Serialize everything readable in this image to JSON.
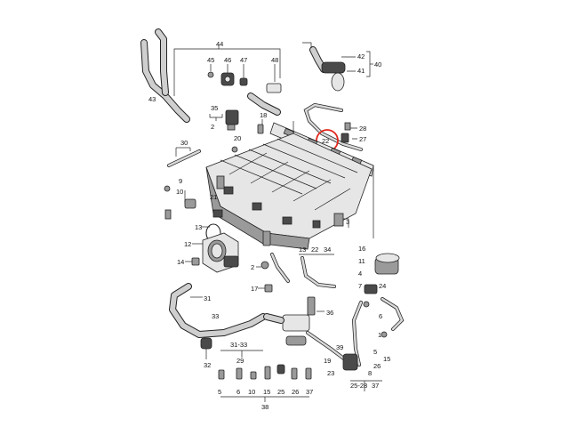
{
  "labels": {
    "l44": "44",
    "l45": "45",
    "l46": "46",
    "l47": "47",
    "l48": "48",
    "l42": "42",
    "l41": "41",
    "l40": "40",
    "l43": "43",
    "l35": "35",
    "l2a": "2",
    "l20": "20",
    "l18": "18",
    "l28": "28",
    "l22": "22",
    "l27": "27",
    "l30": "30",
    "l9": "9",
    "l10": "10",
    "l21": "21",
    "l13": "13",
    "l12": "12",
    "l14": "14",
    "l3": "3",
    "l13b": "13",
    "l22b": "22",
    "l34": "34",
    "l2b": "2",
    "l17": "17",
    "l31": "31",
    "l36": "36",
    "l33": "33",
    "l31_33": "31-33",
    "l29": "29",
    "l32": "32",
    "l16": "16",
    "l11": "11",
    "l4": "4",
    "l7": "7",
    "l24": "24",
    "l6": "6",
    "l1": "1",
    "l39": "39",
    "l5": "5",
    "l15": "15",
    "l19": "19",
    "l23": "23",
    "l26": "26",
    "l8": "8",
    "l25_28": "25-28",
    "l37": "37",
    "b5": "5",
    "b6": "6",
    "b10": "10",
    "b15": "15",
    "b25": "25",
    "b26": "26",
    "b37": "37",
    "l38": "38"
  },
  "highlight": {
    "part": "22",
    "color": "#e0271b"
  }
}
